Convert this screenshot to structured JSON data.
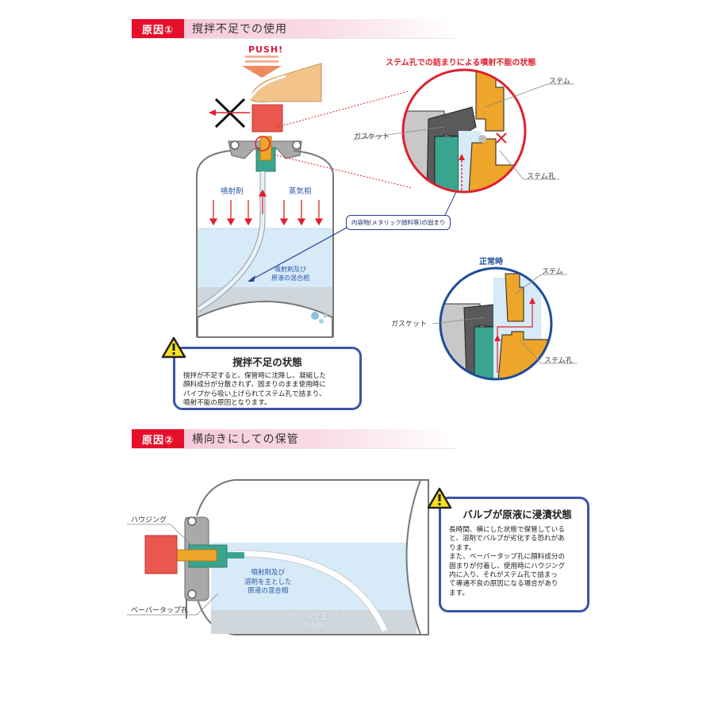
{
  "section1": {
    "badge": "原因①",
    "title": "撹拌不足での使用",
    "push_label": "PUSH!",
    "zoom_title": "ステム孔での詰まりによる噴射不能の状態",
    "zoom_labels": {
      "stem": "ステム",
      "gasket": "ガスケット",
      "stem_hole": "ステム孔"
    },
    "can_labels": {
      "propellant": "噴射剤",
      "vapor": "蒸気相",
      "mixed_line1": "噴射剤及び",
      "mixed_line2": "原液の混合相"
    },
    "callout": "内容物(メタリック顔料等)の固まり",
    "normal_title": "正常時",
    "normal_labels": {
      "stem": "ステム",
      "gasket": "ガスケット",
      "stem_hole": "ステム孔"
    },
    "warning": {
      "title": "撹拌不足の状態",
      "lines": [
        "撹拌が不足すると、保管時に沈降し、凝縮した",
        "顔料成分が分散されず、固まりのまま使用時に",
        "パイプから吸い上げられてステム孔で詰まり、",
        "噴射不能の原因となります。"
      ]
    }
  },
  "section2": {
    "badge": "原因②",
    "title": "横向きにしての保管",
    "labels": {
      "housing": "ハウジング",
      "paper_tap": "ベーパータップ孔"
    },
    "mixed_lines": [
      "噴射剤及び",
      "溶剤を主とした",
      "原液の混合相"
    ],
    "pigment_lines": [
      "メタリックを主とした",
      "顔料相"
    ],
    "warning": {
      "title": "バルブが原液に浸漬状態",
      "lines": [
        "長時間、横にした状態で保管している",
        "と、溶剤でバルブが劣化する恐れがあ",
        "ります。",
        "また、ベーパータップ孔に顔料成分の",
        "固まりが付着し、使用時にハウジング",
        "内に入り、それがステム孔で詰まっ",
        "て導通不良の原因になる場合があり",
        "ます。"
      ]
    }
  },
  "colors": {
    "badge_red": "#e60f29",
    "box_blue": "#3b55a3",
    "stem_orange": "#eda52a",
    "gasket_dark": "#5a5a5a",
    "housing_teal": "#3aa58f",
    "liquid_blue": "#d6eaf7",
    "warn_yellow": "#f7e11a"
  }
}
